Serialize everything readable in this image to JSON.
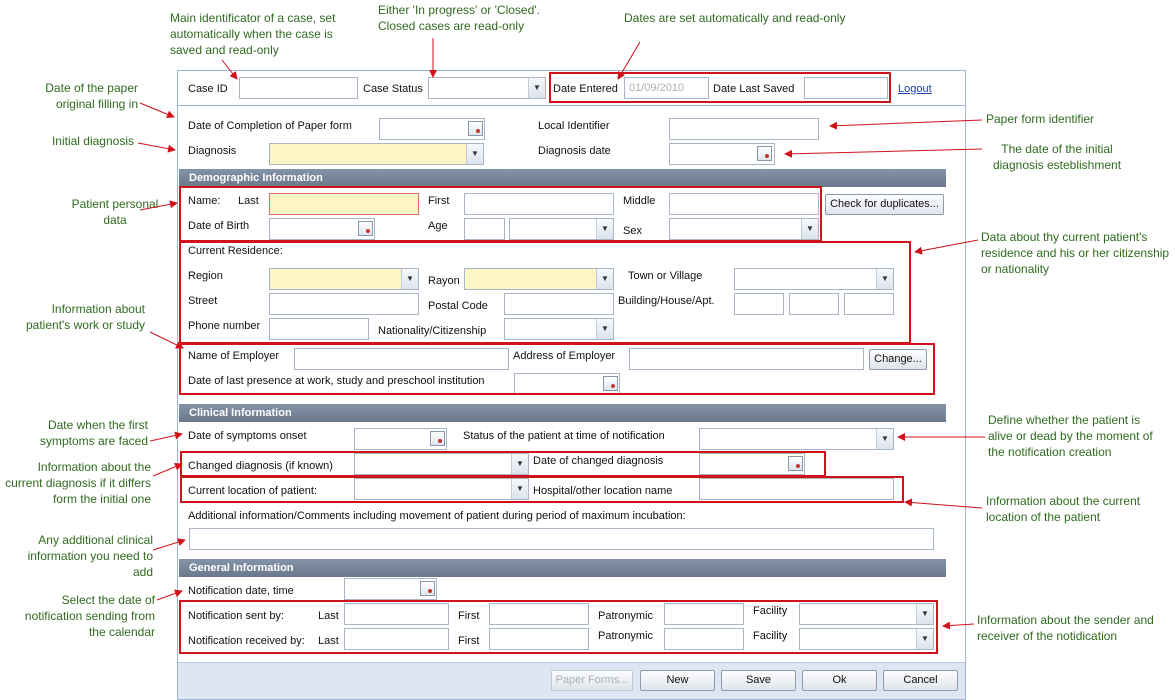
{
  "header": {
    "case_id_label": "Case ID",
    "case_status_label": "Case Status",
    "date_entered_label": "Date Entered",
    "date_entered_value": "01/09/2010",
    "date_last_saved_label": "Date Last Saved",
    "logout": "Logout"
  },
  "top": {
    "completion_label": "Date of Completion of Paper form",
    "local_id_label": "Local Identifier",
    "diagnosis_label": "Diagnosis",
    "diagnosis_date_label": "Diagnosis date"
  },
  "demographic": {
    "title": "Demographic Information",
    "name_label": "Name:",
    "last_label": "Last",
    "first_label": "First",
    "middle_label": "Middle",
    "check_dup_button": "Check for duplicates...",
    "dob_label": "Date of Birth",
    "age_label": "Age",
    "sex_label": "Sex",
    "residence_label": "Current Residence:",
    "region_label": "Region",
    "rayon_label": "Rayon",
    "town_label": "Town or Village",
    "street_label": "Street",
    "postal_label": "Postal Code",
    "building_label": "Building/House/Apt.",
    "phone_label": "Phone number",
    "nationality_label": "Nationality/Citizenship",
    "employer_label": "Name of Employer",
    "employer_address_label": "Address of Employer",
    "change_button": "Change...",
    "last_presence_label": "Date of last presence at work, study and preschool institution"
  },
  "clinical": {
    "title": "Clinical Information",
    "onset_label": "Date of symptoms onset",
    "status_label": "Status of the patient at time of notification",
    "changed_diag_label": "Changed diagnosis (if known)",
    "changed_diag_date_label": "Date of changed diagnosis",
    "location_label": "Current location of patient:",
    "hospital_label": "Hospital/other location name",
    "additional_label": "Additional information/Comments including movement of patient during period of maximum incubation:"
  },
  "general": {
    "title": "General Information",
    "notif_date_label": "Notification date, time",
    "sent_by_label": "Notification sent by:",
    "received_by_label": "Notification received by:",
    "last_label": "Last",
    "first_label": "First",
    "patronymic_label": "Patronymic",
    "facility_label": "Facility"
  },
  "footer": {
    "paper_forms": "Paper Forms...",
    "new": "New",
    "save": "Save",
    "ok": "Ok",
    "cancel": "Cancel"
  },
  "annotations": {
    "case_id": "Main identificator of a case, set automatically when the case is saved and read-only",
    "case_status": "Either 'In progress' or 'Closed'. Closed cases are read-only",
    "dates": "Dates are set automatically and read-only",
    "paper_date": "Date of the paper original filling in",
    "initial_diag": "Initial diagnosis",
    "paper_id": "Paper form identifier",
    "diag_date": "The date of the initial diagnosis esteblishment",
    "personal": "Patient personal data",
    "residence": "Data about thy current patient's residence and his or her citizenship or nationality",
    "work": "Information about patient's work or study",
    "first_symptoms": "Date when the first symptoms are faced",
    "alive_dead": "Define whether the patient is alive or dead by the moment of the notification creation",
    "current_diag": "Information about the current diagnosis if it differs form the initial one",
    "current_location": "Information about the current location of the patient",
    "additional": "Any additional clinical information you need to add",
    "calendar": "Select the date of notification sending from the calendar",
    "sender_receiver": "Information about the sender and receiver of the notidication"
  },
  "colors": {
    "highlight": "#d0121b",
    "annotation_text": "#2f6b1f",
    "section_bar": "#6b788c",
    "required_field": "#fdf5c6"
  }
}
